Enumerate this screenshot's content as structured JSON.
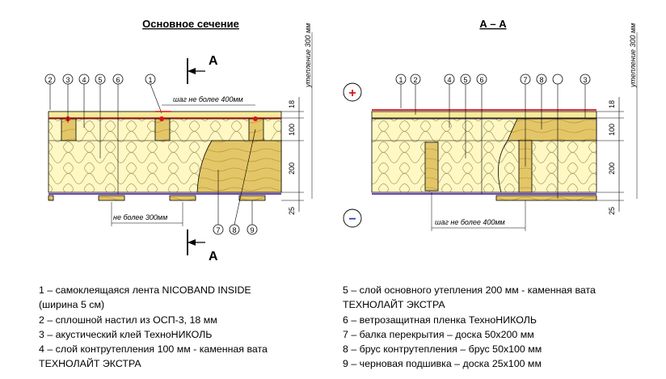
{
  "titles": {
    "left": "Основное сечение",
    "right": "А – А"
  },
  "section_marker": "А",
  "sign_plus": "+",
  "sign_minus": "−",
  "markers": {
    "left_top": [
      "2",
      "3",
      "4",
      "5",
      "6",
      "1"
    ],
    "left_bottom": [
      "7",
      "8",
      "9"
    ],
    "right_top": [
      "1",
      "2",
      "4",
      "5",
      "6",
      "7",
      "8",
      "3"
    ]
  },
  "annotations": {
    "step_400": "шаг не более 400мм",
    "max_300": "не более 300мм",
    "max_400": "шаг не более 400мм",
    "insulation_300": "утепление 300 мм"
  },
  "dims": [
    "18",
    "100",
    "200",
    "25"
  ],
  "legend_left": [
    "1 – самоклеящаяся лента NICOBAND INSIDE",
    "(ширина 5 см)",
    "2 – сплошной настил из ОСП-3, 18 мм",
    "3 – акустический клей ТехноНИКОЛЬ",
    "4 – слой контрутепления 100 мм - каменная вата",
    "ТЕХНОЛАЙТ ЭКСТРА"
  ],
  "legend_right": [
    "5 – слой основного утепления 200 мм - каменная вата",
    "ТЕХНОЛАЙТ ЭКСТРА",
    "6 – ветрозащитная пленка ТехноНИКОЛЬ",
    "7 – балка перекрытия – доска 50х200 мм",
    "8 – брус контрутепления – брус 50х100 мм",
    "9 – черновая подшивка – доска 25х100 мм"
  ],
  "colors": {
    "wood": "#e3c668",
    "insulation": "#fff8c4",
    "osb": "#f5ea9a",
    "glue": "#d8141c",
    "membrane": "#5a2fb8",
    "marker_dot": "#d8141c"
  }
}
